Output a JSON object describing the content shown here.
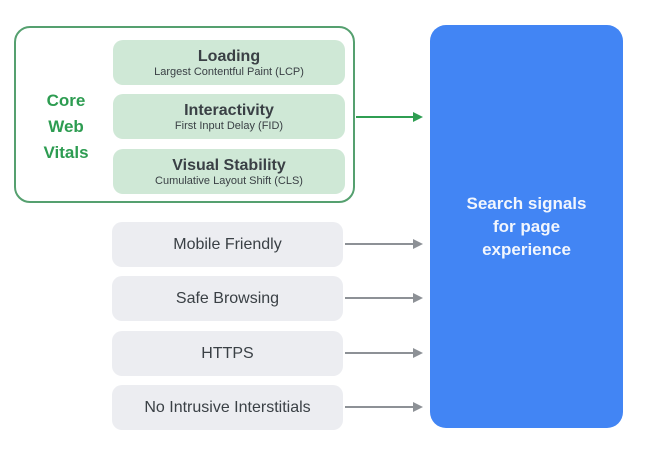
{
  "colors": {
    "green_border": "#55A06F",
    "green_text": "#2D9C51",
    "green_arrow": "#2F9E52",
    "green_box_bg": "#CFE8D6",
    "gray_box_bg": "#ECEDF1",
    "gray_arrow": "#8D9196",
    "blue_box_bg": "#4285F4",
    "dark_text": "#3A4045",
    "blue_box_text": "#F2F6FD"
  },
  "core_web_vitals": {
    "label_lines": [
      "Core",
      "Web",
      "Vitals"
    ],
    "items": [
      {
        "title": "Loading",
        "subtitle": "Largest Contentful Paint (LCP)"
      },
      {
        "title": "Interactivity",
        "subtitle": "First Input Delay (FID)"
      },
      {
        "title": "Visual Stability",
        "subtitle": "Cumulative Layout Shift (CLS)"
      }
    ]
  },
  "other_signals": [
    {
      "label": "Mobile Friendly"
    },
    {
      "label": "Safe Browsing"
    },
    {
      "label": "HTTPS"
    },
    {
      "label": "No Intrusive Interstitials"
    }
  ],
  "target": {
    "label_lines": [
      "Search signals",
      "for page",
      "experience"
    ]
  }
}
